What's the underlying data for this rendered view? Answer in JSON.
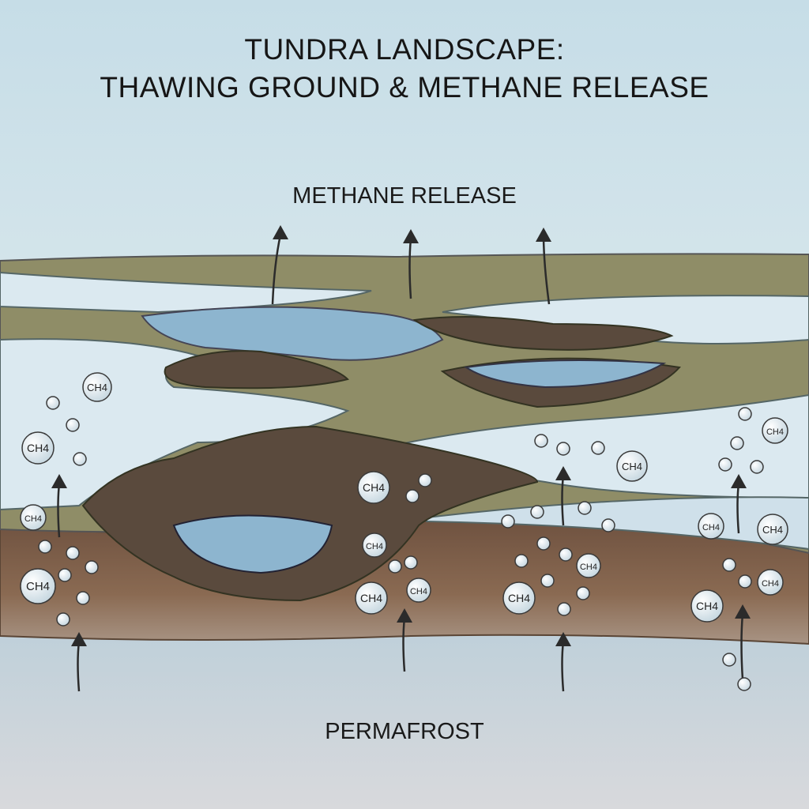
{
  "title": {
    "line1": "TUNDRA LANDSCAPE:",
    "line2": "THAWING GROUND & METHANE RELEASE"
  },
  "labels": {
    "methane_release": "METHANE RELEASE",
    "permafrost": "PERMAFROST"
  },
  "molecule_label": "CH4",
  "colors": {
    "sky_top": "#c9dfe8",
    "sky_bottom": "#eef3f2",
    "tundra": "#8f8d67",
    "ice": "#dbe9f0",
    "water": "#8db5cf",
    "mud": "#5a4a3d",
    "soil": "#7a5c45",
    "permafrost": "#c3d2db",
    "arrow": "#2b2b2b"
  }
}
